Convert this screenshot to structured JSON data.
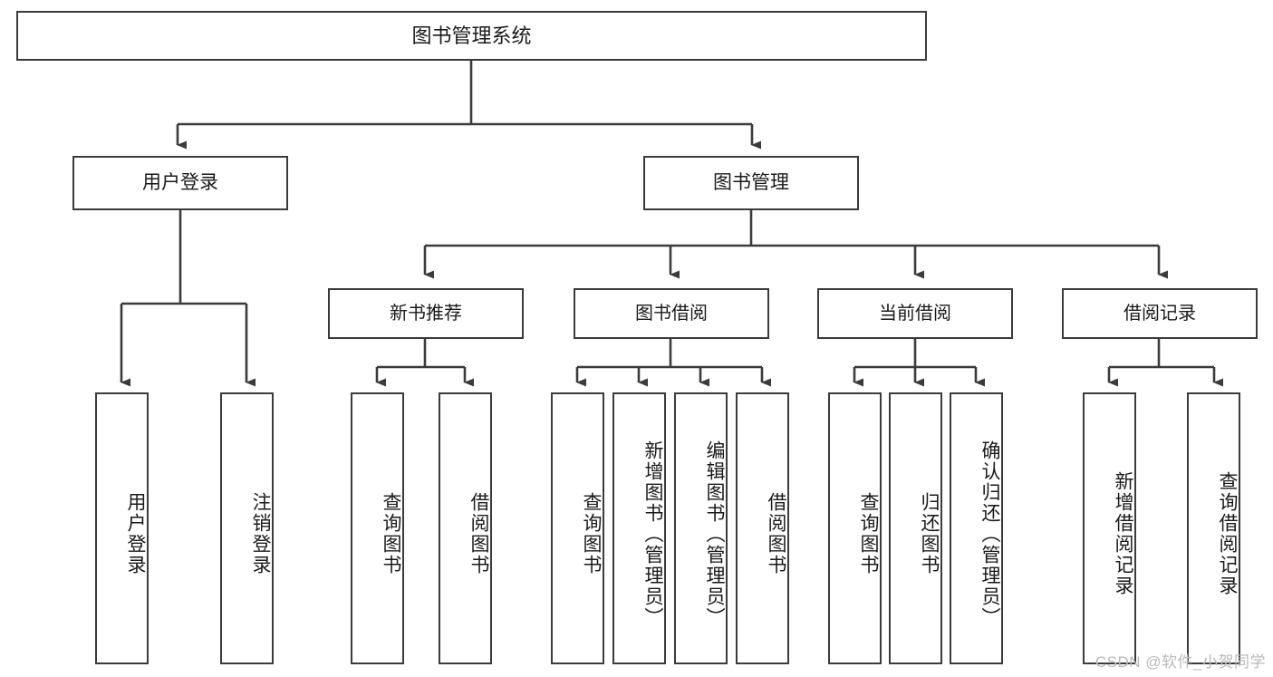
{
  "diagram": {
    "title": "图书管理系统",
    "root": {
      "label": "图书管理系统"
    },
    "level1": [
      {
        "label": "用户登录"
      },
      {
        "label": "图书管理"
      }
    ],
    "level2": [
      {
        "label": "新书推荐"
      },
      {
        "label": "图书借阅"
      },
      {
        "label": "当前借阅"
      },
      {
        "label": "借阅记录"
      }
    ],
    "leaves": {
      "user_login": [
        {
          "label": "用户登录"
        },
        {
          "label": "注销登录"
        }
      ],
      "new_book_recommend": [
        {
          "label": "查询图书"
        },
        {
          "label": "借阅图书"
        }
      ],
      "book_borrow": [
        {
          "label": "查询图书"
        },
        {
          "label": "新增图书（管理员）"
        },
        {
          "label": "编辑图书（管理员）"
        },
        {
          "label": "借阅图书"
        }
      ],
      "current_borrow": [
        {
          "label": "查询图书"
        },
        {
          "label": "归还图书"
        },
        {
          "label": "确认归还（管理员）"
        }
      ],
      "borrow_record": [
        {
          "label": "新增借阅记录"
        },
        {
          "label": "查询借阅记录"
        }
      ]
    },
    "watermark": "CSDN @软件_小贺同学",
    "colors": {
      "stroke": "#3b3b3b",
      "background": "#ffffff",
      "text": "#1a1a1a",
      "watermark": "#b9b9b9"
    }
  }
}
